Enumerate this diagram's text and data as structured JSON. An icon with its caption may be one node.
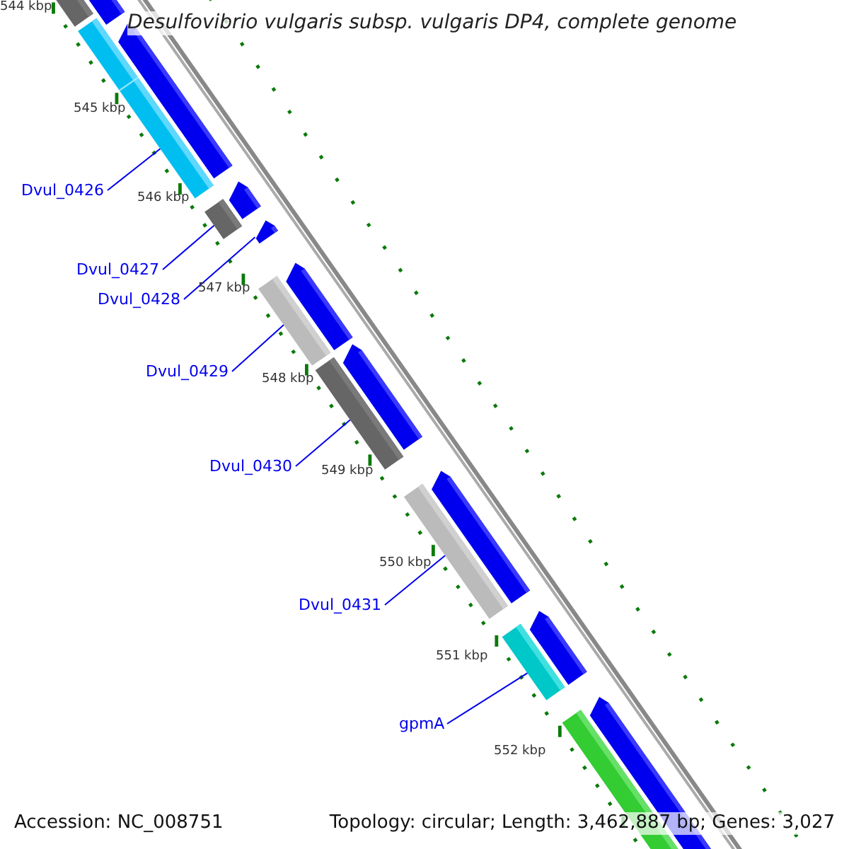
{
  "diagram": {
    "title": "Desulfovibrio vulgaris subsp. vulgaris DP4, complete genome",
    "nodes": [
      {
        "text": [
          "Dvul_0426"
        ]
      },
      {
        "text": [
          "Dvul_0427"
        ]
      },
      {
        "text": [
          "Dvul_0428"
        ]
      },
      {
        "text": [
          "Dvul_0429"
        ]
      },
      {
        "text": [
          "Dvul_0430"
        ]
      },
      {
        "text": [
          "Dvul_0431"
        ]
      },
      {
        "text": [
          "gpmA"
        ]
      },
      {
        "text": [],
        "shape": "bar"
      },
      {
        "text": [],
        "shape": "bar"
      },
      {
        "text": [],
        "shape": "arrow"
      },
      {
        "text": [],
        "shape": "bar"
      },
      {
        "text": [],
        "shape": "bar"
      },
      {
        "text": [],
        "shape": "bar"
      },
      {
        "text": [],
        "shape": "bar"
      }
    ],
    "edges": [
      {
        "from": 0,
        "to": 7,
        "arrow": "none"
      },
      {
        "from": 1,
        "to": 8,
        "arrow": "none"
      },
      {
        "from": 2,
        "to": 9,
        "arrow": "none"
      },
      {
        "from": 3,
        "to": 10,
        "arrow": "none"
      },
      {
        "from": 4,
        "to": 11,
        "arrow": "none"
      },
      {
        "from": 5,
        "to": 12,
        "arrow": "none"
      },
      {
        "from": 6,
        "to": 13,
        "arrow": "none"
      }
    ],
    "labels": [
      "544 kbp",
      "545 kbp",
      "546 kbp",
      "547 kbp",
      "548 kbp",
      "549 kbp",
      "550 kbp",
      "551 kbp",
      "552 kbp",
      "Accession: NC_008751",
      "Topology: circular; Length: 3,462,887 bp; Genes: 3,027"
    ]
  }
}
